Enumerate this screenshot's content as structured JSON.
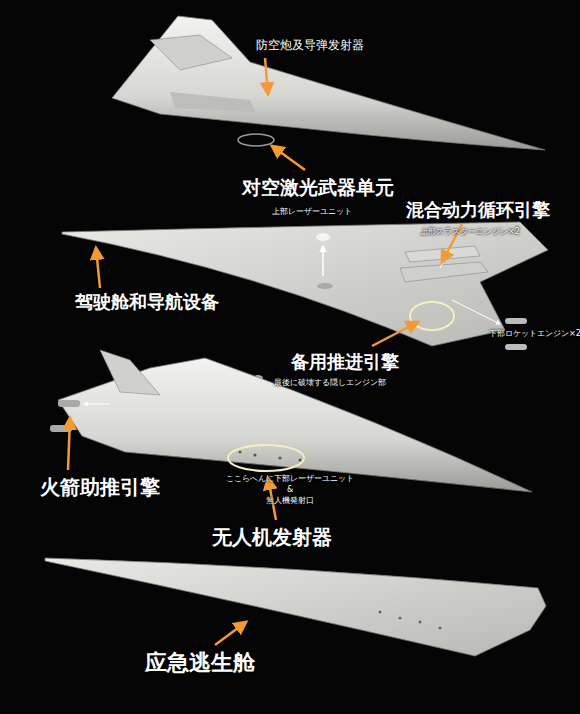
{
  "diagram": {
    "labels": [
      "防空炮及导弹发射器",
      "对空激光武器单元",
      "上部レーザーユニット",
      "混合动力循环引擎",
      "上部スラスターエンジン×2",
      "驾驶舱和导航设备",
      "下部ロケットエンジン×2",
      "备用推进引擎",
      "最後に破壊する隠しエンジン部",
      "火箭助推引擎",
      "ここらへんに下部レーザーユニット",
      "&",
      "無人機発射口",
      "无人机发射器",
      "应急逃生舱"
    ]
  }
}
